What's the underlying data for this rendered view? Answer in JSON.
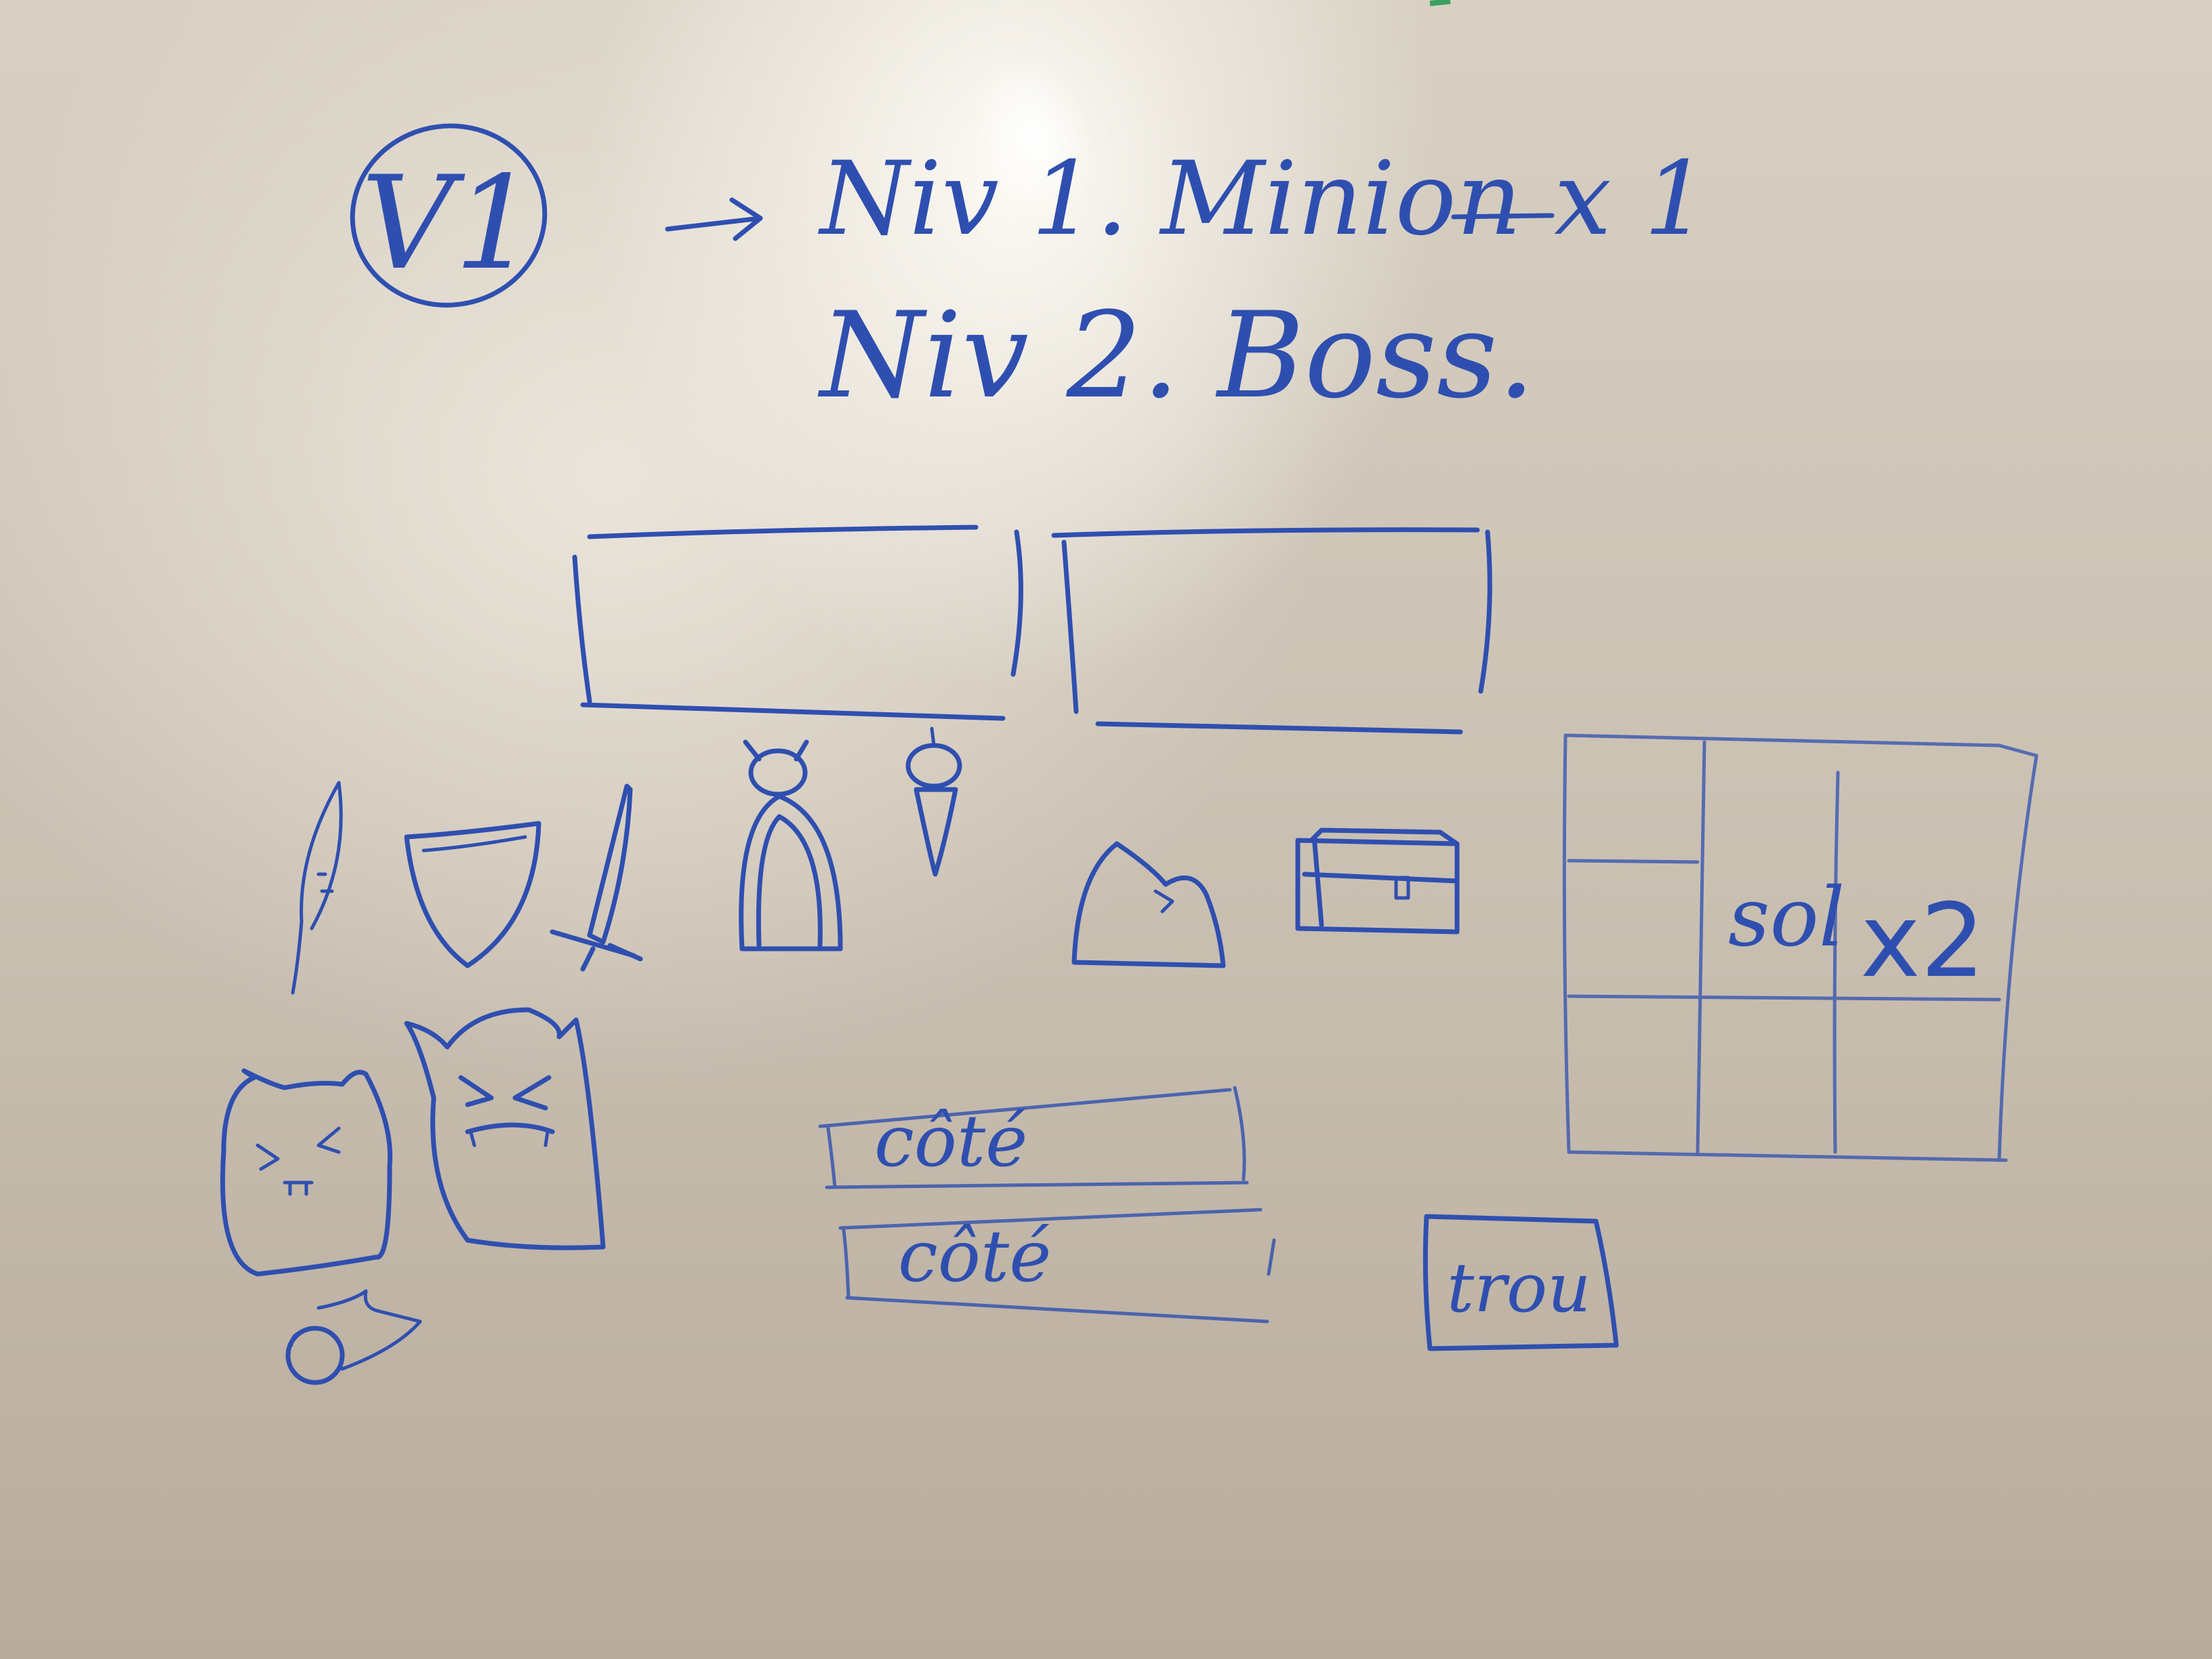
{
  "colors": {
    "marker": "#2f4fb0"
  },
  "header": {
    "version": "V1",
    "arrow_icon": "right-arrow-icon",
    "line1": "Niv 1. Minion x 1",
    "line2": "Niv 2. Boss."
  },
  "labels": {
    "sol": "sol",
    "times_two": "x2",
    "cote_1": "côté",
    "cote_2": "côté",
    "trou": "trou"
  },
  "icons": [
    "feather-icon",
    "shield-icon",
    "sword-icon",
    "horned-arch-icon",
    "lantern-icon",
    "rock-icon",
    "chest-icon",
    "cat-monster-icon",
    "angry-monster-icon",
    "fireball-icon"
  ]
}
